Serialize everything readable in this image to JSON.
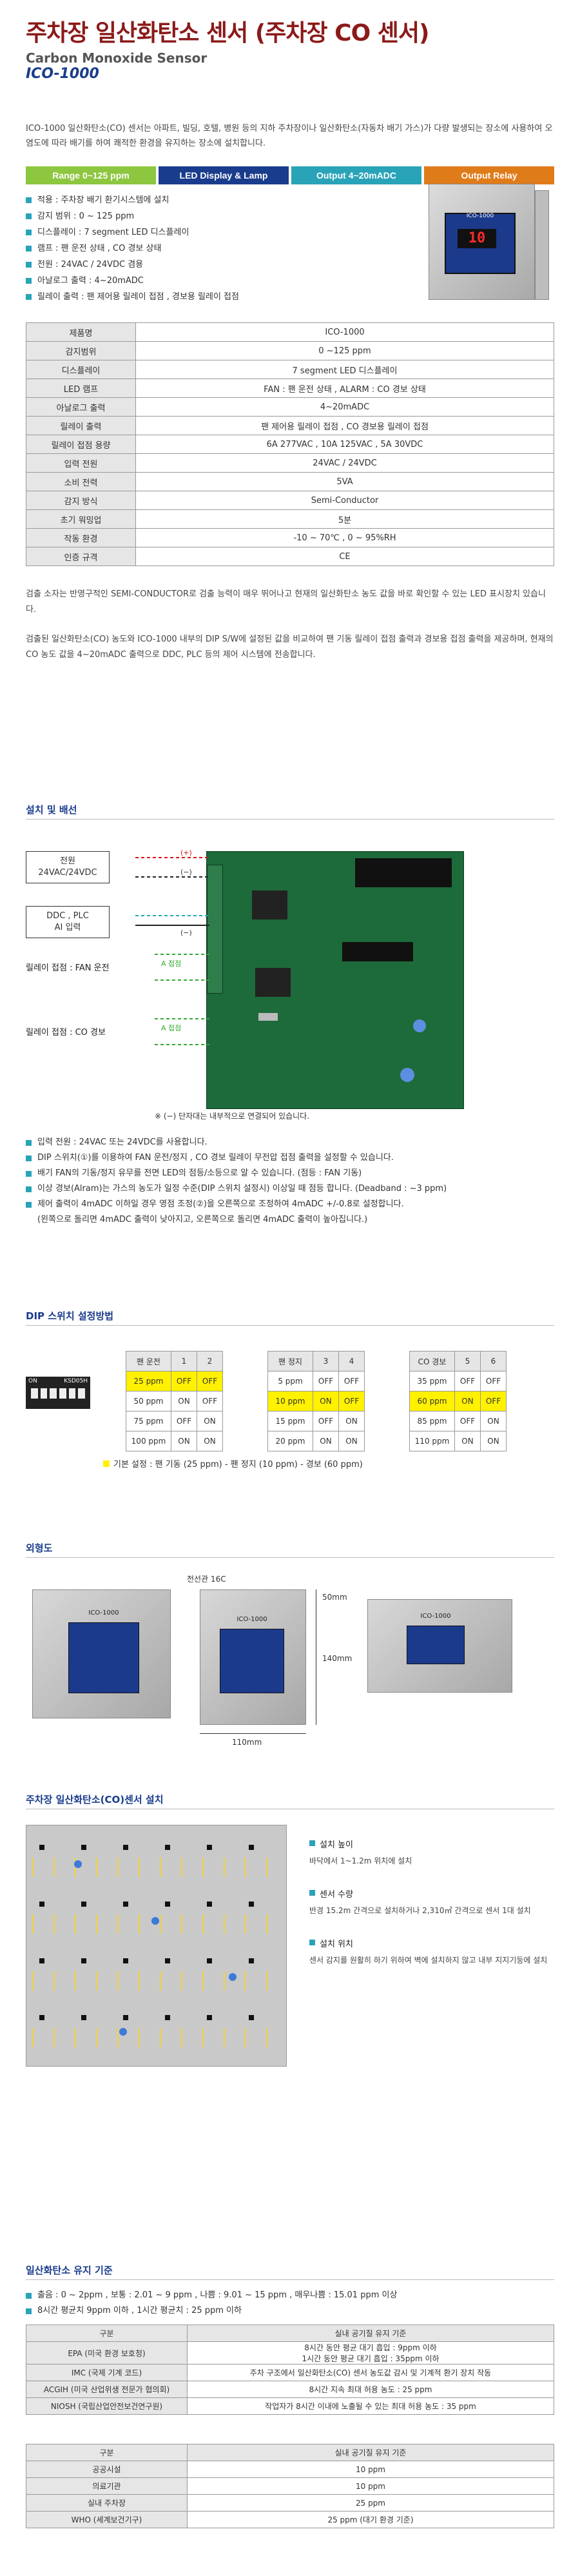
{
  "header": {
    "title": "주차장 일산화탄소 센서 (주차장 CO 센서)",
    "subtitle": "Carbon Monoxide Sensor",
    "model": "ICO-1000"
  },
  "intro": "ICO-1000 일산화탄소(CO) 센서는 아파트, 빌딩, 호텔, 병원 등의 지하 주차장이나 일산화탄소(자동차 배기 가스)가 다량 발생되는 장소에 사용하여 오염도에 따라 배기를 하여 쾌적한 환경을 유지하는 장소에 설치합니다.",
  "features": [
    {
      "label": "Range 0~125 ppm",
      "color": "#8dc63f"
    },
    {
      "label": "LED Display & Lamp",
      "color": "#1a3c8c"
    },
    {
      "label": "Output 4~20mADC",
      "color": "#29a3b8"
    },
    {
      "label": "Output Relay",
      "color": "#e07b1a"
    }
  ],
  "bullets": [
    "적용 : 주차장 배기 환기시스템에 설치",
    "감지 범위 : 0 ~ 125 ppm",
    "디스플레이 : 7 segment LED 디스플레이",
    "램프 : 팬 운전 상태 , CO 경보 상태",
    "전원 : 24VAC / 24VDC 겸용",
    "아날로그 출력 : 4~20mADC",
    "릴레이 출력 : 팬 제어용 릴레이 접점 , 경보용 릴레이 접점"
  ],
  "device": {
    "display": "10",
    "brand": "ICO-1000"
  },
  "spec": [
    [
      "제품명",
      "ICO-1000"
    ],
    [
      "감지범위",
      "0 ~125 ppm"
    ],
    [
      "디스플레이",
      "7 segment LED 디스플레이"
    ],
    [
      "LED 램프",
      "FAN : 팬 운전 상태   ,   ALARM : CO 경보 상태"
    ],
    [
      "아날로그 출력",
      "4~20mADC"
    ],
    [
      "릴레이 출력",
      "팬 제어용 릴레이 접점   ,   CO 경보용 릴레이 접점"
    ],
    [
      "릴레이 접점 용량",
      "6A 277VAC   ,   10A 125VAC   ,   5A 30VDC"
    ],
    [
      "입력 전원",
      "24VAC / 24VDC"
    ],
    [
      "소비 전력",
      "5VA"
    ],
    [
      "감지 방식",
      "Semi-Conductor"
    ],
    [
      "초기 워밍업",
      "5분"
    ],
    [
      "작동 환경",
      "-10 ~ 70℃ , 0 ~ 95%RH"
    ],
    [
      "인증 규격",
      "CE"
    ]
  ],
  "desc1": "검출 소자는 반영구적인 SEMI-CONDUCTOR로 검출 능력이 매우 뛰어나고 현재의 일산화탄소 농도 값을 바로 확인할 수 있는 LED 표시장치 있습니다.",
  "desc2": "검출된 일산화탄소(CO) 농도와 ICO-1000 내부의 DIP S/W에 설정된 값을 비교하여 팬 기동 릴레이 접점 출력과 경보용 접점 출력을 제공하며, 현재의 CO 농도 값을 4~20mADC 출력으로 DDC, PLC 등의 제어 시스템에 전송합니다.",
  "wiring": {
    "title": "설치 및 배선",
    "power": "전원\n24VAC/24VDC",
    "ddc": "DDC , PLC\nAI 입력",
    "fan": "릴레이 접점 : FAN 운전",
    "co": "릴레이 접점 : CO 경보",
    "contact": "A 접점",
    "plus": "(+)",
    "minus": "(−)",
    "note": "※ (−) 단자대는 내부적으로 연결되어 있습니다."
  },
  "wiring_bullets": [
    "입력 전원 : 24VAC 또는 24VDC를 사용합니다.",
    "DIP 스위치(①)를 이용하여 FAN 운전/정지 , CO 경보 릴레이 무전압 접점 출력을 설정할 수 있습니다.",
    "배기 FAN의 기동/정지 유무를 전면 LED의 점등/소등으로 알 수 있습니다. (점등 : FAN 기동)",
    "이상 경보(Alram)는 가스의 농도가 일정 수준(DIP 스위치 설정시) 이상일 때 점등 합니다. (Deadband : ~3 ppm)",
    "제어 출력이 4mADC 이하일 경우 영점 조정(②)을 오른쪽으로 조정하여 4mADC +/-0.8로 설정합니다.",
    "(왼쪽으로 돌리면 4mADC 출력이 낮아지고, 오른쪽으로 돌리면 4mADC 출력이 높아집니다.)"
  ],
  "dip": {
    "title": "DIP 스위치 설정방법",
    "switch_label": "ON",
    "switch_label_r": "KSD05H",
    "tables": [
      {
        "head": [
          "팬 운전",
          "1",
          "2"
        ],
        "rows": [
          [
            "25 ppm",
            "OFF",
            "OFF"
          ],
          [
            "50 ppm",
            "ON",
            "OFF"
          ],
          [
            "75 ppm",
            "OFF",
            "ON"
          ],
          [
            "100 ppm",
            "ON",
            "ON"
          ]
        ],
        "hl": 0
      },
      {
        "head": [
          "팬 정지",
          "3",
          "4"
        ],
        "rows": [
          [
            "5 ppm",
            "OFF",
            "OFF"
          ],
          [
            "10 ppm",
            "ON",
            "OFF"
          ],
          [
            "15 ppm",
            "OFF",
            "ON"
          ],
          [
            "20 ppm",
            "ON",
            "ON"
          ]
        ],
        "hl": 1
      },
      {
        "head": [
          "CO 경보",
          "5",
          "6"
        ],
        "rows": [
          [
            "35 ppm",
            "OFF",
            "OFF"
          ],
          [
            "60 ppm",
            "ON",
            "OFF"
          ],
          [
            "85 ppm",
            "OFF",
            "ON"
          ],
          [
            "110 ppm",
            "ON",
            "ON"
          ]
        ],
        "hl": 1
      }
    ],
    "default": "기본 설정 :  팬 기동 (25 ppm)   -  팬 정지 (10 ppm)   -  경보 (60 ppm)"
  },
  "dims": {
    "title": "외형도",
    "cable": "전선관 16C",
    "w": "110mm",
    "h": "140mm",
    "d": "50mm",
    "label": "ICO-1000"
  },
  "install": {
    "title": "주차장 일산화탄소(CO)센서 설치",
    "items": [
      {
        "h": "설치 높이",
        "t": "바닥에서 1~1.2m 위치에 설치"
      },
      {
        "h": "센서 수량",
        "t": "반경 15.2m 간격으로 설치하거나 2,310㎡ 간격으로 센서 1대 설치"
      },
      {
        "h": "설치 위치",
        "t": "센서 감지를 원활히 하기 위하여 벽에 설치하지 않고 내부 지지기둥에 설치"
      }
    ]
  },
  "standards": {
    "title": "일산화탄소 유지 기준",
    "b1": "출음 : 0 ~ 2ppm  ,  보통 : 2.01 ~ 9 ppm  ,  나쁨 : 9.01 ~ 15 ppm  ,  매우나쁨 : 15.01 ppm 이상",
    "b2": "8시간 평균치 9ppm 이하  ,  1시간 평균치 : 25 ppm 이하",
    "t1_head": [
      "구분",
      "실내 공기질 유지 기준"
    ],
    "t1": [
      [
        "EPA (미국 환경 보호청)",
        "8시간 동안 평균 대기 흡입 : 9ppm 이하\n1시간 동안 평균 대기 흡입 : 35ppm 이하"
      ],
      [
        "IMC (국제 기계 코드)",
        "주차 구조에서 일산화탄소(CO) 센서 농도값 감시 및 기계적 환기 장치 작동"
      ],
      [
        "ACGIH (미국 산업위생 전문가 협의회)",
        "8시간 지속 최대 허용 농도 : 25 ppm"
      ],
      [
        "NIOSH (국립산업안전보건연구원)",
        "작업자가 8시간 이내에 노출될 수 있는 최대 허용 농도 : 35 ppm"
      ]
    ],
    "t2_head": [
      "구분",
      "실내 공기질 유지 기준"
    ],
    "t2": [
      [
        "공공시설",
        "10 ppm"
      ],
      [
        "의료기관",
        "10 ppm"
      ],
      [
        "실내 주차장",
        "25 ppm"
      ],
      [
        "WHO (세계보건기구)",
        "25 ppm (대기 환경 기준)"
      ]
    ]
  }
}
